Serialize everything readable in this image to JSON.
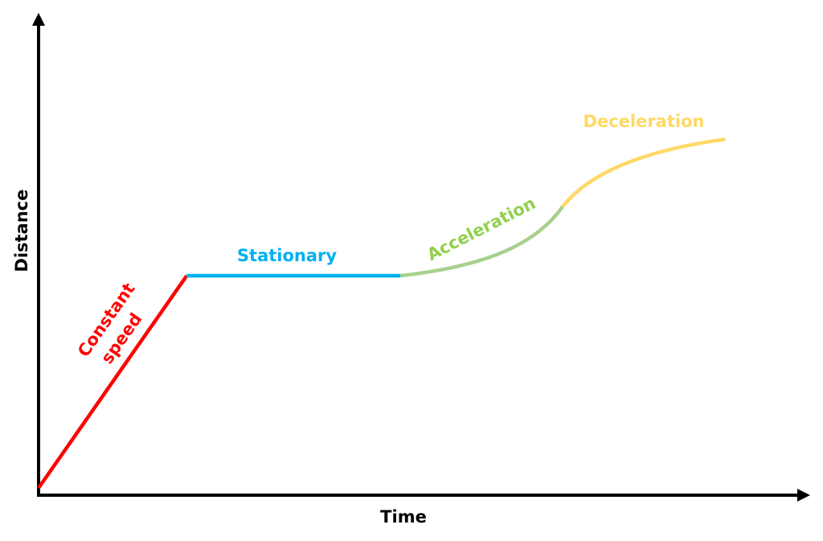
{
  "chart_data": {
    "type": "line",
    "title": "",
    "xlabel": "Time",
    "ylabel": "Distance",
    "xlim": [
      0,
      100
    ],
    "ylim": [
      0,
      100
    ],
    "grid": false,
    "ticks": false,
    "legend": "none",
    "series": [
      {
        "name": "Constant speed",
        "label_lines": [
          "Constant",
          "speed"
        ],
        "color": "#FF0000",
        "shape": "linear",
        "points": [
          [
            0,
            1.5
          ],
          [
            19.2,
            45.5
          ]
        ]
      },
      {
        "name": "Stationary",
        "label_lines": [
          "Stationary"
        ],
        "color": "#00B0F0",
        "shape": "linear",
        "points": [
          [
            19.2,
            45.5
          ],
          [
            46.9,
            45.5
          ]
        ]
      },
      {
        "name": "Acceleration",
        "label_lines": [
          "Acceleration"
        ],
        "color": "#A9D18E",
        "label_color": "#92D050",
        "shape": "concave-up",
        "points": [
          [
            46.9,
            45.5
          ],
          [
            58.0,
            47.5
          ],
          [
            64.5,
            52.0
          ],
          [
            67.9,
            59.8
          ]
        ]
      },
      {
        "name": "Deceleration",
        "label_lines": [
          "Deceleration"
        ],
        "color": "#FFD966",
        "shape": "concave-down",
        "points": [
          [
            67.9,
            59.8
          ],
          [
            71.5,
            67.0
          ],
          [
            78.5,
            71.5
          ],
          [
            89.0,
            73.8
          ]
        ]
      }
    ],
    "axis_color": "#000000"
  }
}
